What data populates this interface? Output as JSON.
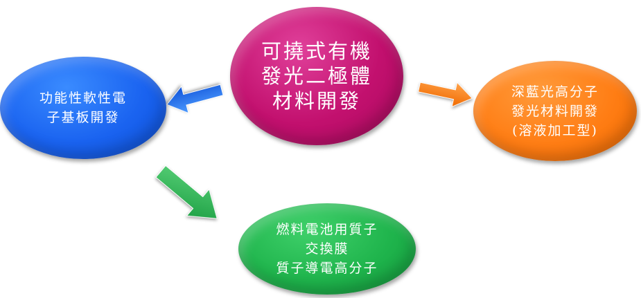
{
  "colors": {
    "center": "#c2106e",
    "left": "#1a63f0",
    "right": "#ff7d14",
    "bottom": "#1fb44c",
    "arrow_left": "#1a63f0",
    "arrow_right": "#ff7d14",
    "arrow_bottom": "#22b14c"
  },
  "nodes": {
    "center": {
      "lines": [
        "可撓式有機",
        "發光二極體",
        "材料開發"
      ]
    },
    "left": {
      "lines": [
        "功能性軟性電",
        "子基板開發"
      ]
    },
    "right": {
      "lines": [
        "深藍光高分子",
        "發光材料開發",
        "(溶液加工型)"
      ]
    },
    "bottom": {
      "lines": [
        "燃料電池用質子",
        "交換膜",
        "質子導電高分子"
      ]
    }
  }
}
